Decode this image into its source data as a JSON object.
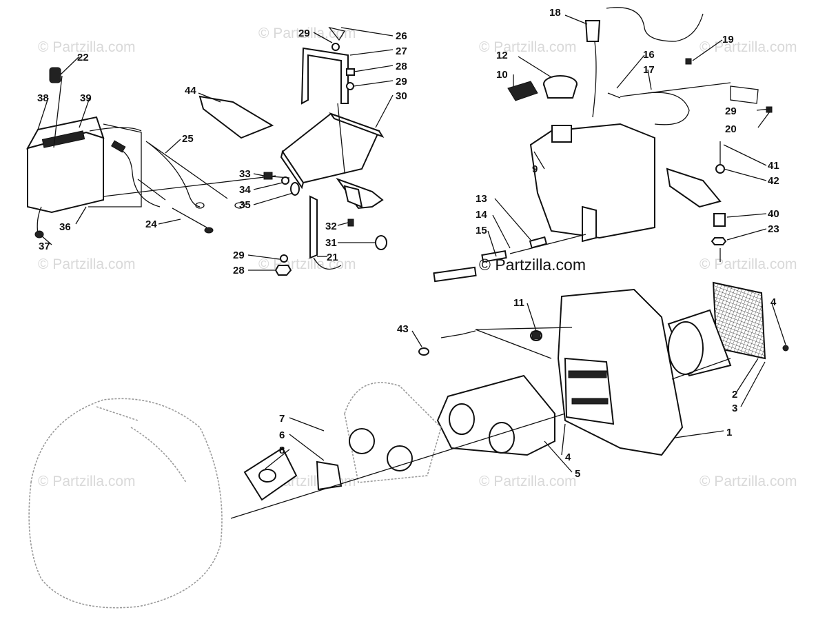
{
  "diagram": {
    "watermark_main": "© Partzilla.com",
    "watermark_faint": "© Partzilla.com",
    "callouts": {
      "c1": "1",
      "c2": "2",
      "c3": "3",
      "c4a": "4",
      "c4b": "4",
      "c5": "5",
      "c6": "6",
      "c7": "7",
      "c8": "8",
      "c9": "9",
      "c10": "10",
      "c11": "11",
      "c12": "12",
      "c13": "13",
      "c14": "14",
      "c15": "15",
      "c16": "16",
      "c17": "17",
      "c18": "18",
      "c19": "19",
      "c20": "20",
      "c21": "21",
      "c22": "22",
      "c23": "23",
      "c24": "24",
      "c25": "25",
      "c26": "26",
      "c27": "27",
      "c28a": "28",
      "c28b": "28",
      "c29a": "29",
      "c29b": "29",
      "c29c": "29",
      "c29d": "29",
      "c30": "30",
      "c31": "31",
      "c32": "32",
      "c33": "33",
      "c34": "34",
      "c35": "35",
      "c36": "36",
      "c37": "37",
      "c38": "38",
      "c39": "39",
      "c40": "40",
      "c41": "41",
      "c42": "42",
      "c43": "43",
      "c44": "44"
    }
  }
}
